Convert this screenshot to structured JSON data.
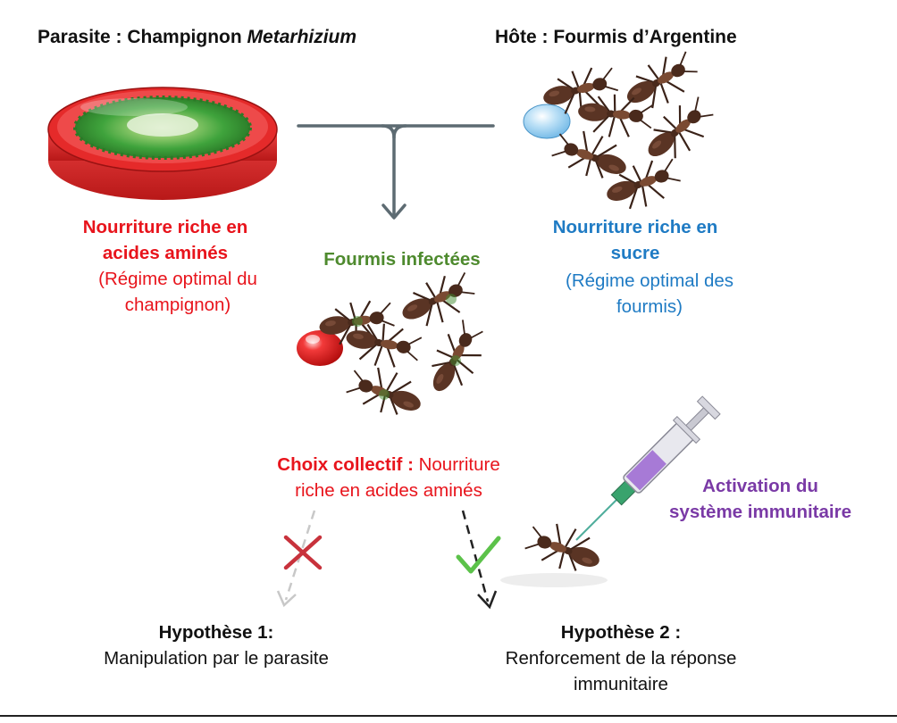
{
  "headers": {
    "parasite_prefix": "Parasite : Champignon ",
    "parasite_genus": "Metarhizium",
    "host": "Hôte : Fourmis d’Argentine"
  },
  "parasite_food": {
    "line1": "Nourriture riche en",
    "line2": "acides aminés",
    "note1": "(Régime optimal du",
    "note2": "champignon)"
  },
  "host_food": {
    "line1": "Nourriture riche en",
    "line2": "sucre",
    "note1": "(Régime optimal des",
    "note2": "fourmis)"
  },
  "infected_label": "Fourmis infectées",
  "choice": {
    "prefix": "Choix collectif : ",
    "text1": "Nourriture",
    "text2": "riche en acides aminés"
  },
  "immune": {
    "line1": "Activation du",
    "line2": "système immunitaire"
  },
  "hypothesis1": {
    "title": "Hypothèse 1:",
    "text": "Manipulation par le parasite"
  },
  "hypothesis2": {
    "title": "Hypothèse 2 :",
    "text1": "Renforcement de la réponse",
    "text2": "immunitaire"
  },
  "colors": {
    "red": "#e8141c",
    "blue": "#1f7bc4",
    "green": "#4e8a2e",
    "purple": "#7a3aa6",
    "check": "#5cc24a",
    "cross": "#c8323c",
    "connector": "#5d6b72"
  }
}
